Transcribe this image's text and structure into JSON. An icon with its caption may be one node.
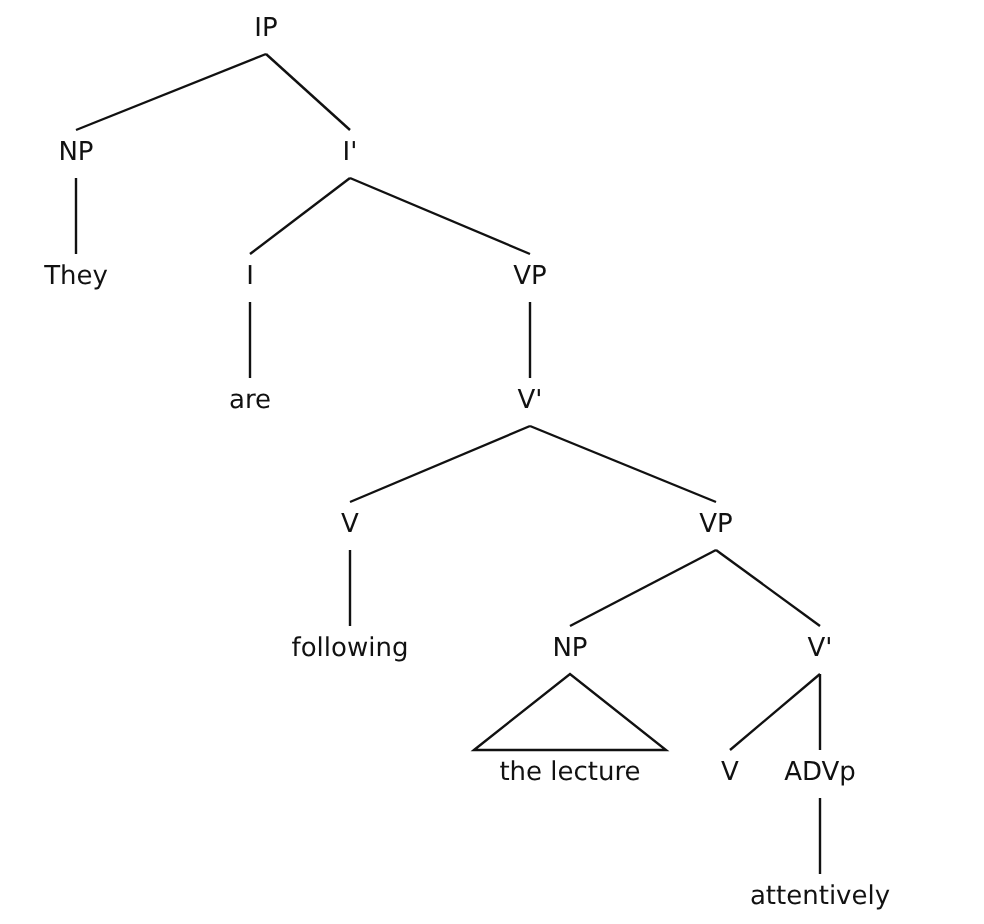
{
  "diagram": {
    "nodes": [
      {
        "text": [
          "IP"
        ]
      },
      {
        "text": [
          "NP"
        ]
      },
      {
        "text": [
          "I'"
        ]
      },
      {
        "text": [
          "They"
        ]
      },
      {
        "text": [
          "I"
        ]
      },
      {
        "text": [
          "VP"
        ]
      },
      {
        "text": [
          "are"
        ]
      },
      {
        "text": [
          "V'"
        ]
      },
      {
        "text": [
          "V"
        ]
      },
      {
        "text": [
          "VP"
        ]
      },
      {
        "text": [
          "following"
        ]
      },
      {
        "text": [
          "NP"
        ]
      },
      {
        "text": [
          "V'"
        ]
      },
      {
        "text": [
          "the lecture"
        ]
      },
      {
        "text": [
          "V"
        ]
      },
      {
        "text": [
          "ADVp"
        ]
      },
      {
        "text": [
          "attentively"
        ]
      }
    ],
    "edges": [
      {
        "from": 0,
        "to": 1,
        "arrow": "none"
      },
      {
        "from": 0,
        "to": 2,
        "arrow": "none"
      },
      {
        "from": 1,
        "to": 3,
        "arrow": "none"
      },
      {
        "from": 2,
        "to": 4,
        "arrow": "none"
      },
      {
        "from": 2,
        "to": 5,
        "arrow": "none"
      },
      {
        "from": 4,
        "to": 6,
        "arrow": "none"
      },
      {
        "from": 5,
        "to": 7,
        "arrow": "none"
      },
      {
        "from": 7,
        "to": 8,
        "arrow": "none"
      },
      {
        "from": 7,
        "to": 9,
        "arrow": "none"
      },
      {
        "from": 8,
        "to": 10,
        "arrow": "none"
      },
      {
        "from": 9,
        "to": 11,
        "arrow": "none"
      },
      {
        "from": 9,
        "to": 12,
        "arrow": "none"
      },
      {
        "from": 11,
        "to": 13,
        "arrow": "none"
      },
      {
        "from": 12,
        "to": 14,
        "arrow": "none"
      },
      {
        "from": 12,
        "to": 15,
        "arrow": "none"
      },
      {
        "from": 15,
        "to": 16,
        "arrow": "none"
      }
    ]
  }
}
